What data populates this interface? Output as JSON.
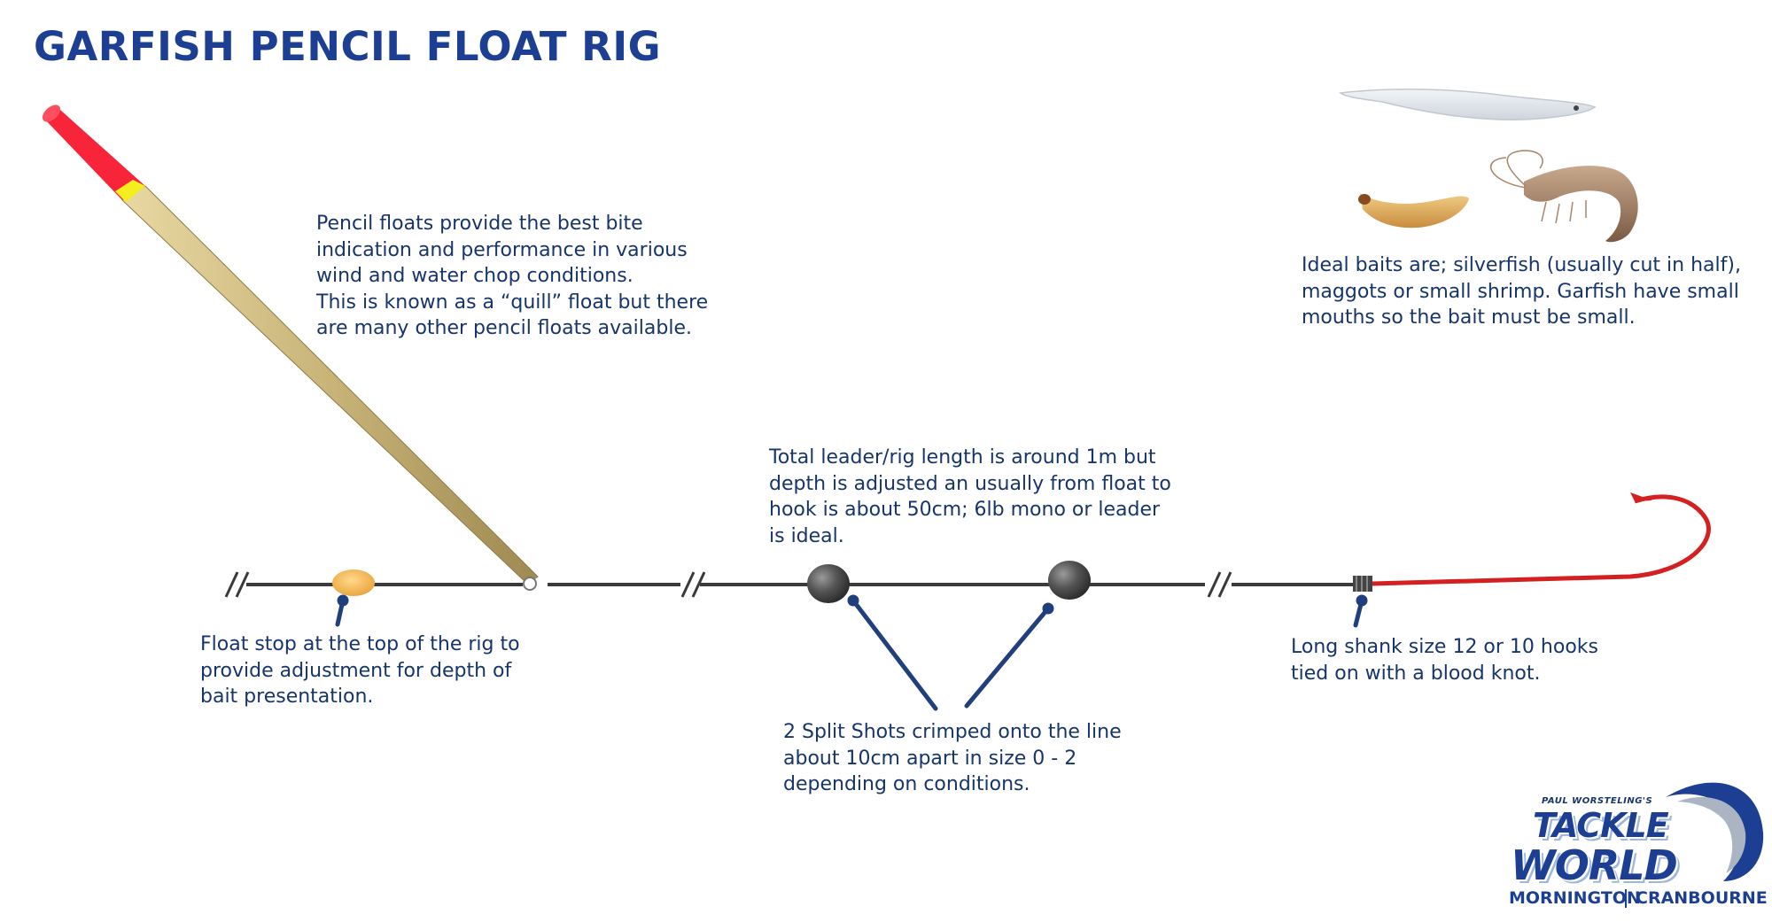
{
  "title": "GARFISH PENCIL FLOAT RIG",
  "notes": {
    "float": "Pencil floats provide the best bite\nindication and performance in various\nwind and water chop conditions.\nThis is known as a “quill” float but there\nare many other pencil floats available.",
    "leader": "Total leader/rig length is around 1m but\ndepth is adjusted an usually from float to\nhook is about 50cm; 6lb mono or leader\nis ideal.",
    "baits": "Ideal baits are; silverfish (usually cut in half),\nmaggots or small shrimp. Garfish have small\nmouths so the bait must be small.",
    "float_stop": "Float stop at the top of the rig to\nprovide adjustment for depth of\nbait presentation.",
    "split_shots": "2 Split Shots crimped onto the line\nabout 10cm apart in size 0 - 2\ndepending on conditions.",
    "hooks": "Long shank size 12 or 10 hooks\ntied on with a blood knot."
  },
  "logo": {
    "tagline": "PAUL WORSTELING'S",
    "word1": "TACKLE",
    "word2": "WORLD",
    "location1": "MORNINGTON",
    "location2": "CRANBOURNE"
  },
  "colors": {
    "text": "#16356b",
    "title": "#1c3f94",
    "line": "#3a3a3a",
    "float_tip": "#f8243a",
    "float_band": "#f4ee1e",
    "float_body": "#c9b57c",
    "float_stop": "#f3b74c",
    "hook": "#d42020",
    "pointer": "#1f3f7d"
  },
  "icons": [
    "pencil-float-icon",
    "float-stop-bead-icon",
    "split-shot-icon",
    "hook-icon",
    "silverfish-icon",
    "maggot-icon",
    "shrimp-icon",
    "tackle-world-logo-icon"
  ]
}
